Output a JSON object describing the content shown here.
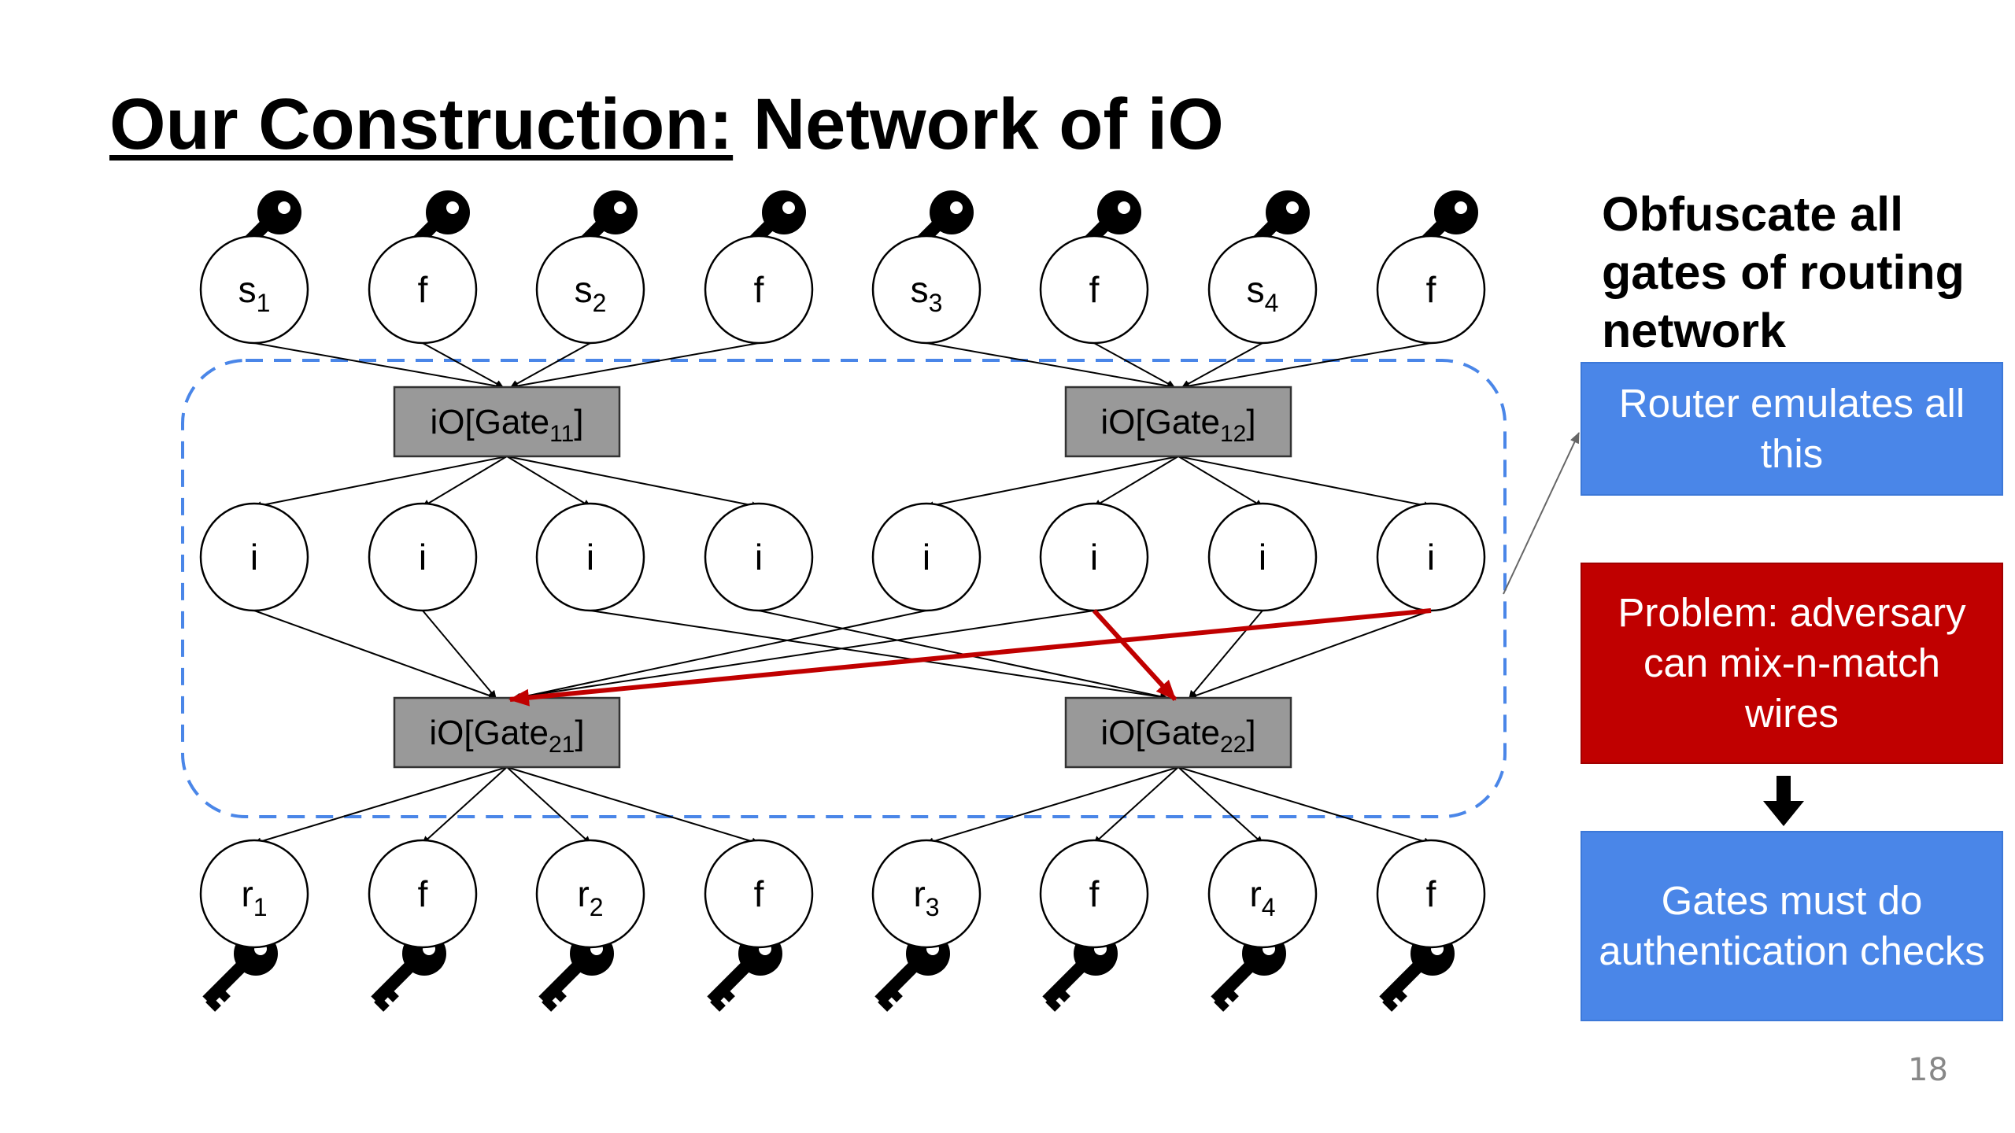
{
  "title": {
    "underlined": "Our Construction:",
    "rest": " Network of iO"
  },
  "sidebar": {
    "heading": "Obfuscate all gates of routing network",
    "box_router": "Router emulates all this",
    "box_problem": "Problem: adversary can mix-n-match wires",
    "box_gates": "Gates must do authentication checks"
  },
  "diagram": {
    "top_nodes": [
      {
        "base": "s",
        "sub": "1"
      },
      {
        "base": "f",
        "sub": ""
      },
      {
        "base": "s",
        "sub": "2"
      },
      {
        "base": "f",
        "sub": ""
      },
      {
        "base": "s",
        "sub": "3"
      },
      {
        "base": "f",
        "sub": ""
      },
      {
        "base": "s",
        "sub": "4"
      },
      {
        "base": "f",
        "sub": ""
      }
    ],
    "middle_nodes": [
      {
        "base": "i",
        "sub": ""
      },
      {
        "base": "i",
        "sub": ""
      },
      {
        "base": "i",
        "sub": ""
      },
      {
        "base": "i",
        "sub": ""
      },
      {
        "base": "i",
        "sub": ""
      },
      {
        "base": "i",
        "sub": ""
      },
      {
        "base": "i",
        "sub": ""
      },
      {
        "base": "i",
        "sub": ""
      }
    ],
    "bottom_nodes": [
      {
        "base": "r",
        "sub": "1"
      },
      {
        "base": "f",
        "sub": ""
      },
      {
        "base": "r",
        "sub": "2"
      },
      {
        "base": "f",
        "sub": ""
      },
      {
        "base": "r",
        "sub": "3"
      },
      {
        "base": "f",
        "sub": ""
      },
      {
        "base": "r",
        "sub": "4"
      },
      {
        "base": "f",
        "sub": ""
      }
    ],
    "gates": [
      {
        "base": "iO[Gate",
        "sub": "11",
        "close": "]"
      },
      {
        "base": "iO[Gate",
        "sub": "12",
        "close": "]"
      },
      {
        "base": "iO[Gate",
        "sub": "21",
        "close": "]"
      },
      {
        "base": "iO[Gate",
        "sub": "22",
        "close": "]"
      }
    ],
    "gate_fill": "#999999",
    "dashed_border_color": "#4a86e8",
    "highlight_arrow_color": "#c00000",
    "node_icon": "key-icon"
  },
  "page_number": "18"
}
